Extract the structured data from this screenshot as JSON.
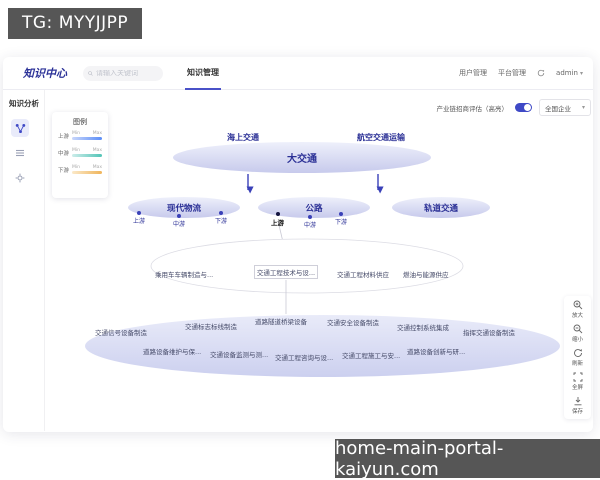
{
  "badge": {
    "text": "TG: MYYJJPP"
  },
  "watermark": {
    "text": "home-main-portal-kaiyun.com"
  },
  "theme": {
    "accent": "#3f49c6",
    "node_indigo": "#2b3096",
    "dark_bar": "#565656"
  },
  "navbar": {
    "logo": "知识中心",
    "search_placeholder": "请输入关键词",
    "tab": "知识管理",
    "links": [
      {
        "label": "用户管理"
      },
      {
        "label": "平台管理"
      }
    ],
    "user": "admin"
  },
  "sidebar": {
    "title": "知识分析"
  },
  "controls": {
    "toggle_label": "产业链招商评估（高亮）",
    "region_select": "全国企业"
  },
  "legend": {
    "title": "图例",
    "rows": [
      {
        "label": "上游",
        "min": "Min",
        "max": "Max",
        "from": "#c9d7fb",
        "to": "#5b8df7"
      },
      {
        "label": "中游",
        "min": "Min",
        "max": "Max",
        "from": "#cdedea",
        "to": "#52c4b7"
      },
      {
        "label": "下游",
        "min": "Min",
        "max": "Max",
        "from": "#fbe9c9",
        "to": "#efb45a"
      }
    ]
  },
  "graph": {
    "root": "大交通",
    "root_left": "海上交通",
    "root_right": "航空交通运输",
    "level2": [
      {
        "label": "现代物流",
        "dots": [
          "上游",
          "中游",
          "下游"
        ]
      },
      {
        "label": "公路",
        "dots": [
          "上游",
          "中游",
          "下游"
        ]
      },
      {
        "label": "轨道交通",
        "dots": []
      }
    ],
    "level3": [
      "乘用车车辆制造与...",
      "交通工程技术与设...",
      "交通工程材料供应",
      "燃油与能源供应"
    ],
    "level4_top": [
      "交通信号设备制造",
      "交通标志标线制造",
      "道路隧道桥梁设备",
      "交通安全设备制造",
      "交通控制系统集成",
      "指挥交通设备制造"
    ],
    "level4_bottom": [
      "道路设备维护与保...",
      "交通设备监测与测...",
      "交通工程咨询与设...",
      "交通工程施工与安...",
      "道路设备创新与研..."
    ]
  },
  "toolbar": [
    {
      "icon": "zoom-in-icon",
      "label": "放大"
    },
    {
      "icon": "zoom-out-icon",
      "label": "缩小"
    },
    {
      "icon": "refresh-icon",
      "label": "刷新"
    },
    {
      "icon": "fullscreen-icon",
      "label": "全屏"
    },
    {
      "icon": "save-icon",
      "label": "保存"
    }
  ]
}
